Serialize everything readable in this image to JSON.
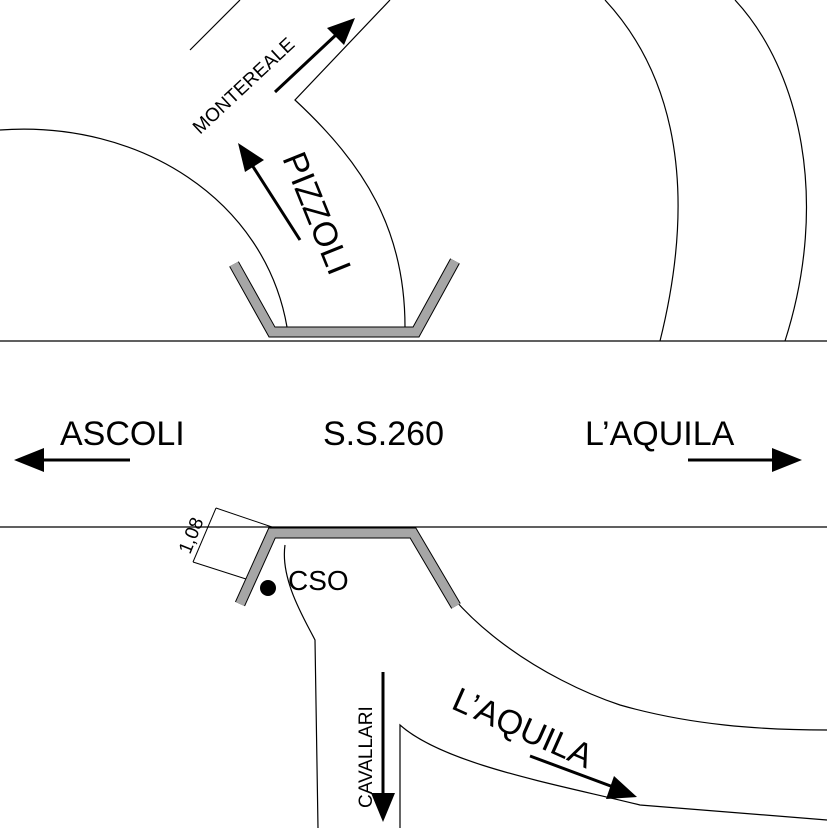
{
  "labels": {
    "road_name": "S.S.260",
    "west": "ASCOLI",
    "east": "L’AQUILA",
    "north_branch": "PIZZOLI",
    "north_far": "MONTEREALE",
    "south_branch": "CAVALLARI",
    "south_east": "L’AQUILA",
    "point": "CSO",
    "dimension": "1,08"
  },
  "colors": {
    "kerb": "#a6a6a6",
    "line": "#000000",
    "background": "#ffffff"
  }
}
